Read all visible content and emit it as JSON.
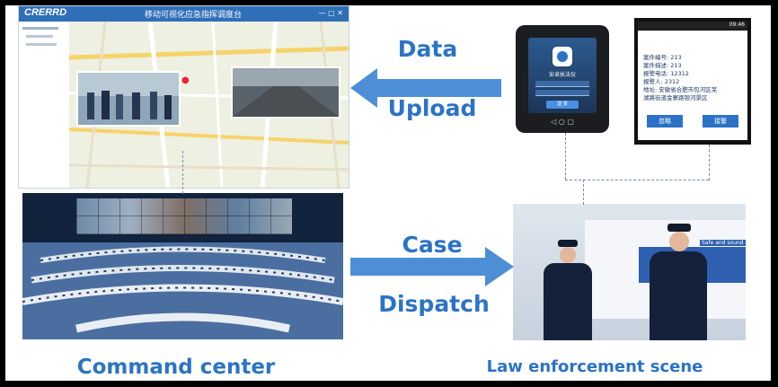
{
  "labels": {
    "data": "Data",
    "upload": "Upload",
    "case": "Case",
    "dispatch": "Dispatch",
    "command_center": "Command center",
    "law_scene": "Law enforcement scene"
  },
  "dispatch_screen": {
    "logo_text": "CRERRD",
    "title": "移动可视化应急指挥调度台"
  },
  "device": {
    "app_label": "安卓执法仪",
    "login_button": "登 录"
  },
  "case_screen": {
    "lines": [
      "案件编号: 213",
      "案件描述: 213",
      "报警电话: 12312",
      "报警人: 2312",
      "地址: 安徽省合肥市包河区芜",
      "湖路街道金寨路银河景区"
    ],
    "ignore_button": "忽略",
    "accept_button": "接警",
    "status_time": "09:46"
  },
  "scene": {
    "van_text": "Safe and sound"
  },
  "colors": {
    "accent": "#2b73c6",
    "arrow": "#4d8fd6"
  }
}
